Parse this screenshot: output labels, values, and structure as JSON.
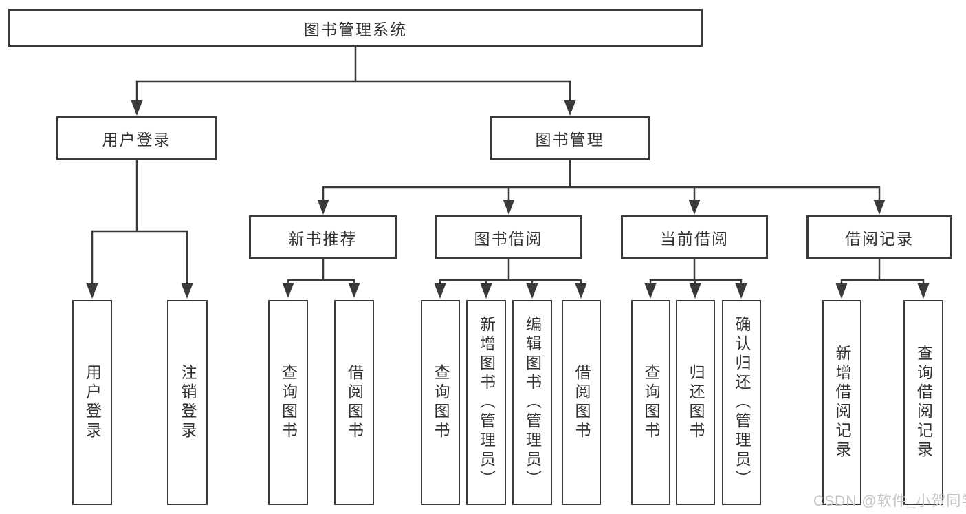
{
  "diagram": {
    "root": "图书管理系统",
    "branches": {
      "login": {
        "label": "用户登录",
        "children": [
          "用户登录",
          "注销登录"
        ]
      },
      "management": {
        "label": "图书管理",
        "groups": [
          {
            "label": "新书推荐",
            "children": [
              "查询图书",
              "借阅图书"
            ]
          },
          {
            "label": "图书借阅",
            "children": [
              "查询图书",
              "新增图书（管理员）",
              "编辑图书（管理员）",
              "借阅图书"
            ]
          },
          {
            "label": "当前借阅",
            "children": [
              "查询图书",
              "归还图书",
              "确认归还（管理员）"
            ]
          },
          {
            "label": "借阅记录",
            "children": [
              "新增借阅记录",
              "查询借阅记录"
            ]
          }
        ]
      }
    },
    "colors": {
      "line": "#3a3a3a",
      "text": "#333333",
      "background": "#ffffff",
      "watermark": "#c4c4c4"
    }
  },
  "watermark": "CSDN @软件_小贺同学"
}
